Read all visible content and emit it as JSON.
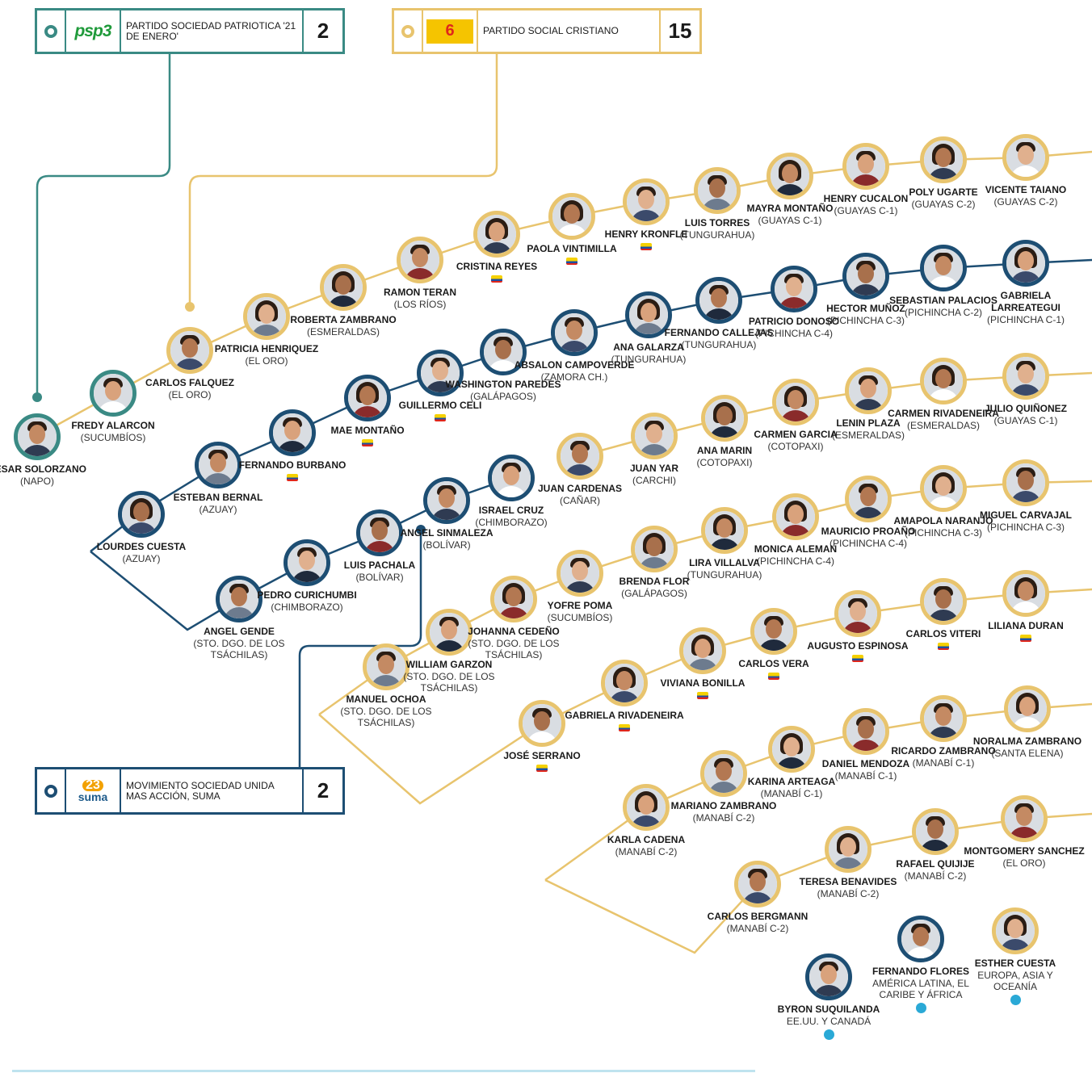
{
  "colors": {
    "psp": "#3a8a84",
    "psc": "#e8c46e",
    "suma": "#1d4e73",
    "dot": "#2aa9d6"
  },
  "parties": [
    {
      "id": "psp",
      "name": "PARTIDO SOCIEDAD PATRIOTICA '21 DE ENERO'",
      "logo": "psp3",
      "seats": "2"
    },
    {
      "id": "psc",
      "name": "PARTIDO SOCIAL CRISTIANO",
      "logo": "6",
      "seats": "15"
    },
    {
      "id": "suma",
      "name": "MOVIMIENTO SOCIEDAD UNIDA MAS ACCIÓN, SUMA",
      "logo_num": "23",
      "logo": "suma",
      "seats": "2"
    }
  ],
  "candidates": [
    {
      "name": "CESAR SOLORZANO",
      "prov": "(NAPO)",
      "party": "psp"
    },
    {
      "name": "FREDY ALARCON",
      "prov": "(SUCUMBÍOS)",
      "party": "psp"
    },
    {
      "name": "CARLOS FALQUEZ",
      "prov": "(EL ORO)",
      "party": "psc"
    },
    {
      "name": "PATRICIA HENRIQUEZ",
      "prov": "(EL ORO)",
      "party": "psc",
      "f": true
    },
    {
      "name": "ROBERTA ZAMBRANO",
      "prov": "(ESMERALDAS)",
      "party": "psc",
      "f": true
    },
    {
      "name": "RAMON TERAN",
      "prov": "(LOS RÍOS)",
      "party": "psc"
    },
    {
      "name": "CRISTINA REYES",
      "prov": "",
      "party": "psc",
      "f": true,
      "flag": true
    },
    {
      "name": "PAOLA VINTIMILLA",
      "prov": "",
      "party": "psc",
      "f": true,
      "flag": true
    },
    {
      "name": "HENRY KRONFLE",
      "prov": "",
      "party": "psc",
      "flag": true
    },
    {
      "name": "LUIS TORRES",
      "prov": "(TUNGURAHUA)",
      "party": "psc"
    },
    {
      "name": "MAYRA MONTAÑO",
      "prov": "(GUAYAS C-1)",
      "party": "psc",
      "f": true
    },
    {
      "name": "HENRY CUCALON",
      "prov": "(GUAYAS C-1)",
      "party": "psc"
    },
    {
      "name": "POLY UGARTE",
      "prov": "(GUAYAS C-2)",
      "party": "psc",
      "f": true
    },
    {
      "name": "VICENTE TAIANO",
      "prov": "(GUAYAS C-2)",
      "party": "psc"
    },
    {
      "name": "LOURDES CUESTA",
      "prov": "(AZUAY)",
      "party": "blue",
      "f": true
    },
    {
      "name": "ESTEBAN BERNAL",
      "prov": "(AZUAY)",
      "party": "blue"
    },
    {
      "name": "FERNANDO BURBANO",
      "prov": "",
      "party": "blue",
      "flag": true
    },
    {
      "name": "MAE MONTAÑO",
      "prov": "",
      "party": "blue",
      "f": true,
      "flag": true
    },
    {
      "name": "GUILLERMO CELI",
      "prov": "",
      "party": "blue",
      "flag": true
    },
    {
      "name": "WASHINGTON PAREDES",
      "prov": "(GALÁPAGOS)",
      "party": "blue"
    },
    {
      "name": "ABSALON CAMPOVERDE",
      "prov": "(ZAMORA CH.)",
      "party": "blue"
    },
    {
      "name": "ANA GALARZA",
      "prov": "(TUNGURAHUA)",
      "party": "blue",
      "f": true
    },
    {
      "name": "FERNANDO CALLEJAS",
      "prov": "(TUNGURAHUA)",
      "party": "blue"
    },
    {
      "name": "PATRICIO DONOSO",
      "prov": "(PICHINCHA C-4)",
      "party": "blue"
    },
    {
      "name": "HECTOR MUÑOZ",
      "prov": "(PICHINCHA C-3)",
      "party": "blue"
    },
    {
      "name": "SEBASTIAN PALACIOS",
      "prov": "(PICHINCHA C-2)",
      "party": "blue"
    },
    {
      "name": "GABRIELA LARREATEGUI",
      "prov": "(PICHINCHA C-1)",
      "party": "blue",
      "f": true
    },
    {
      "name": "ANGEL GENDE",
      "prov": "(STO. DGO. DE LOS TSÁCHILAS)",
      "party": "blue"
    },
    {
      "name": "PEDRO CURICHUMBI",
      "prov": "(CHIMBORAZO)",
      "party": "blue"
    },
    {
      "name": "LUIS PACHALA",
      "prov": "(BOLÍVAR)",
      "party": "blue"
    },
    {
      "name": "ANGEL SINMALEZA",
      "prov": "(BOLÍVAR)",
      "party": "blue"
    },
    {
      "name": "ISRAEL CRUZ",
      "prov": "(CHIMBORAZO)",
      "party": "blue"
    },
    {
      "name": "JUAN CARDENAS",
      "prov": "(CAÑAR)",
      "party": "psc"
    },
    {
      "name": "JUAN YAR",
      "prov": "(CARCHI)",
      "party": "psc"
    },
    {
      "name": "ANA MARIN",
      "prov": "(COTOPAXI)",
      "party": "psc",
      "f": true
    },
    {
      "name": "CARMEN GARCIA",
      "prov": "(COTOPAXI)",
      "party": "psc",
      "f": true
    },
    {
      "name": "LENIN PLAZA",
      "prov": "(ESMERALDAS)",
      "party": "psc"
    },
    {
      "name": "CARMEN RIVADENEIRA",
      "prov": "(ESMERALDAS)",
      "party": "psc",
      "f": true
    },
    {
      "name": "JULIO QUIÑONEZ",
      "prov": "(GUAYAS C-1)",
      "party": "psc"
    },
    {
      "name": "BRENDA FLOR",
      "prov": "(GALÁPAGOS)",
      "party": "psc",
      "f": true
    },
    {
      "name": "LIRA VILLALVA",
      "prov": "(TUNGURAHUA)",
      "party": "psc",
      "f": true
    },
    {
      "name": "MONICA ALEMAN",
      "prov": "(PICHINCHA C-4)",
      "party": "psc",
      "f": true
    },
    {
      "name": "MAURICIO PROAÑO",
      "prov": "(PICHINCHA C-4)",
      "party": "psc"
    },
    {
      "name": "AMAPOLA NARANJO",
      "prov": "(PICHINCHA C-3)",
      "party": "psc",
      "f": true
    },
    {
      "name": "MIGUEL CARVAJAL",
      "prov": "(PICHINCHA C-3)",
      "party": "psc"
    },
    {
      "name": "MANUEL OCHOA",
      "prov": "(STO. DGO. DE LOS TSÁCHILAS)",
      "party": "psc"
    },
    {
      "name": "WILLIAM GARZON",
      "prov": "(STO. DGO. DE LOS TSÁCHILAS)",
      "party": "psc"
    },
    {
      "name": "JOHANNA CEDEÑO",
      "prov": "(STO. DGO. DE LOS TSÁCHILAS)",
      "party": "psc",
      "f": true
    },
    {
      "name": "YOFRE POMA",
      "prov": "(SUCUMBÍOS)",
      "party": "psc"
    },
    {
      "name": "JOSÉ SERRANO",
      "prov": "",
      "party": "psc",
      "flag": true
    },
    {
      "name": "GABRIELA RIVADENEIRA",
      "prov": "",
      "party": "psc",
      "f": true,
      "flag": true
    },
    {
      "name": "VIVIANA BONILLA",
      "prov": "",
      "party": "psc",
      "f": true,
      "flag": true
    },
    {
      "name": "CARLOS VERA",
      "prov": "",
      "party": "psc",
      "flag": true
    },
    {
      "name": "AUGUSTO ESPINOSA",
      "prov": "",
      "party": "psc",
      "flag": true
    },
    {
      "name": "CARLOS VITERI",
      "prov": "",
      "party": "psc",
      "flag": true
    },
    {
      "name": "LILIANA DURAN",
      "prov": "",
      "party": "psc",
      "f": true,
      "flag": true
    },
    {
      "name": "KARLA CADENA",
      "prov": "(MANABÍ C-2)",
      "party": "psc",
      "f": true
    },
    {
      "name": "MARIANO ZAMBRANO",
      "prov": "(MANABÍ C-2)",
      "party": "psc"
    },
    {
      "name": "KARINA ARTEAGA",
      "prov": "(MANABÍ C-1)",
      "party": "psc",
      "f": true
    },
    {
      "name": "DANIEL MENDOZA",
      "prov": "(MANABÍ C-1)",
      "party": "psc"
    },
    {
      "name": "RICARDO ZAMBRANO",
      "prov": "(MANABÍ C-1)",
      "party": "psc"
    },
    {
      "name": "NORALMA ZAMBRANO",
      "prov": "(SANTA ELENA)",
      "party": "psc",
      "f": true
    },
    {
      "name": "CARLOS BERGMANN",
      "prov": "(MANABÍ C-2)",
      "party": "psc"
    },
    {
      "name": "TERESA BENAVIDES",
      "prov": "(MANABÍ C-2)",
      "party": "psc",
      "f": true
    },
    {
      "name": "RAFAEL QUIJIJE",
      "prov": "(MANABÍ C-2)",
      "party": "psc"
    },
    {
      "name": "MONTGOMERY SANCHEZ",
      "prov": "(EL ORO)",
      "party": "psc"
    },
    {
      "name": "BYRON SUQUILANDA",
      "prov": "EE.UU. Y CANADÁ",
      "party": "blue",
      "dot": true
    },
    {
      "name": "FERNANDO FLORES",
      "prov": "AMÉRICA LATINA, EL CARIBE Y ÁFRICA",
      "party": "blue",
      "dot": true
    },
    {
      "name": "ESTHER CUESTA",
      "prov": "EUROPA, ASIA Y OCEANÍA",
      "party": "psc",
      "f": true,
      "dot": true
    }
  ]
}
